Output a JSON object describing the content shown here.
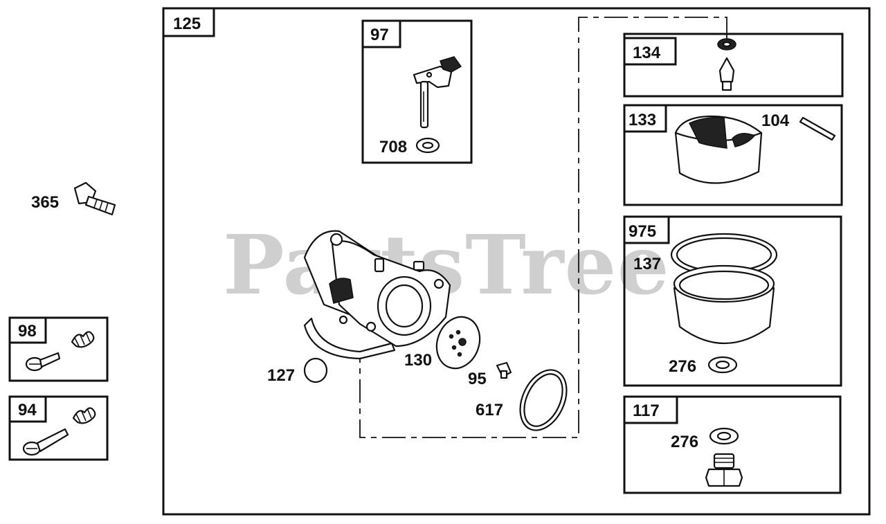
{
  "diagram": {
    "watermark": "PartsTree",
    "main_assembly": {
      "label": "125"
    },
    "boxes": [
      {
        "id": "97",
        "label": "97",
        "parts": [
          "708"
        ]
      },
      {
        "id": "134",
        "label": "134",
        "parts": []
      },
      {
        "id": "133",
        "label": "133",
        "parts": [
          "104"
        ]
      },
      {
        "id": "975",
        "label": "975",
        "parts": [
          "137",
          "276"
        ]
      },
      {
        "id": "117",
        "label": "117",
        "parts": [
          "276"
        ]
      },
      {
        "id": "98",
        "label": "98",
        "parts": []
      },
      {
        "id": "94",
        "label": "94",
        "parts": []
      }
    ],
    "callouts": {
      "p365": "365",
      "p708": "708",
      "p104": "104",
      "p137": "137",
      "p276a": "276",
      "p276b": "276",
      "p127": "127",
      "p130": "130",
      "p95": "95",
      "p617": "617"
    }
  }
}
